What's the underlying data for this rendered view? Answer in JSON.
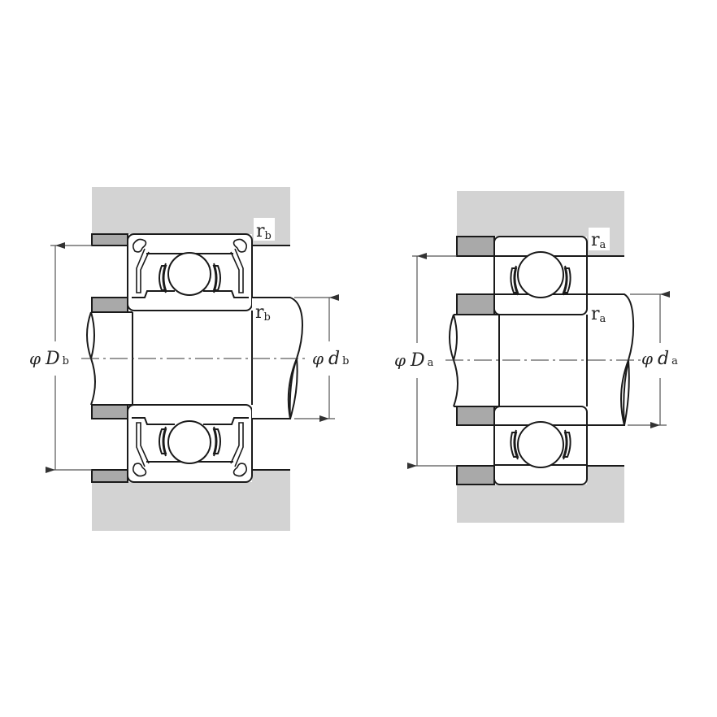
{
  "diagram": {
    "title": "",
    "colors": {
      "housing_fill": "#d3d3d3",
      "spacer_fill": "#a9a9a9",
      "line": "#1a1a1a",
      "dim_line": "#555555",
      "background": "#ffffff"
    },
    "left_figure": {
      "description": "Shielded deep groove ball bearing mounted in housing and on shaft (sealed type)",
      "labels": {
        "fillet_outer": {
          "main": "r",
          "sub": "b"
        },
        "fillet_inner": {
          "main": "r",
          "sub": "b"
        },
        "outer_dim": {
          "prefix": "φ",
          "main": "D",
          "sub": "b"
        },
        "inner_dim": {
          "prefix": "φ",
          "main": "d",
          "sub": "b"
        }
      }
    },
    "right_figure": {
      "description": "Open deep groove ball bearing mounted in housing and on shaft",
      "labels": {
        "fillet_outer": {
          "main": "r",
          "sub": "a"
        },
        "fillet_inner": {
          "main": "r",
          "sub": "a"
        },
        "outer_dim": {
          "prefix": "φ",
          "main": "D",
          "sub": "a"
        },
        "inner_dim": {
          "prefix": "φ",
          "main": "d",
          "sub": "a"
        }
      }
    }
  }
}
